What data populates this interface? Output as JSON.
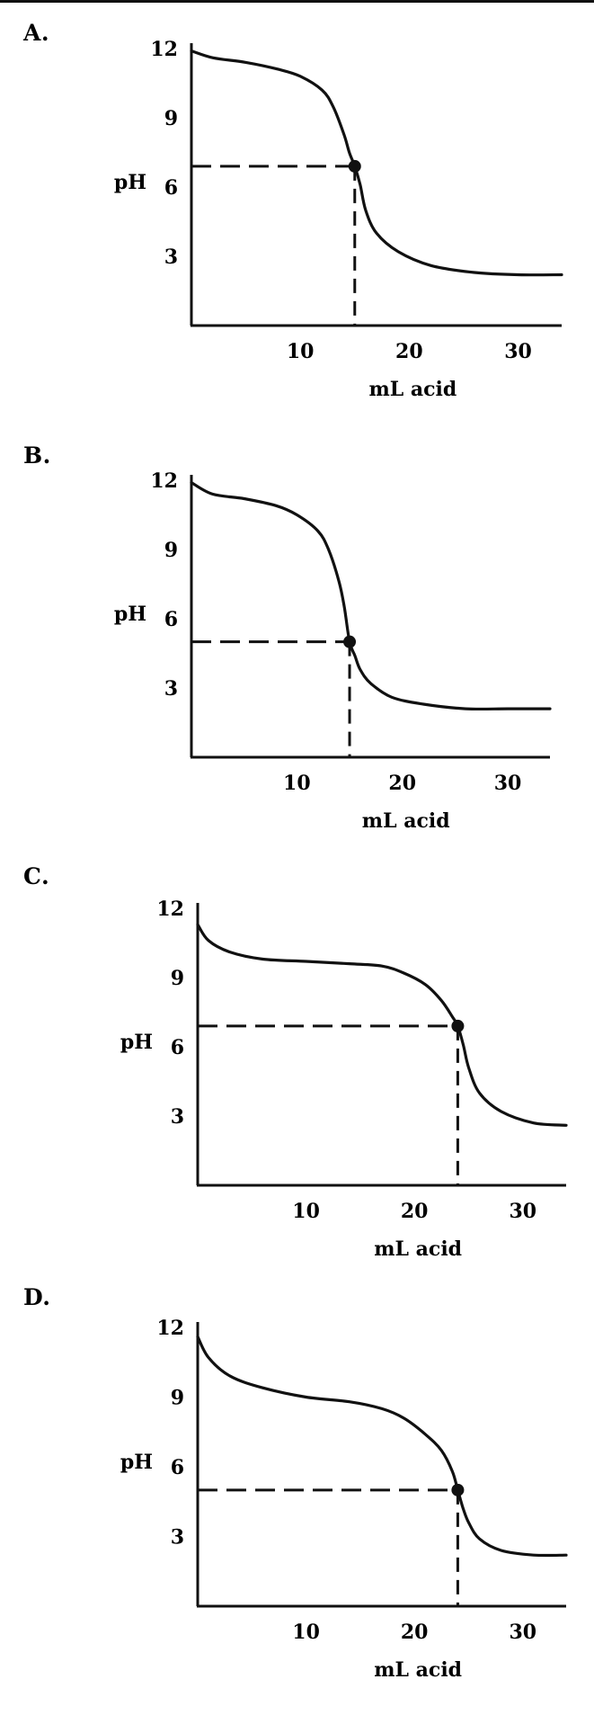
{
  "chart_data": [
    {
      "type": "line",
      "panel_label": "A.",
      "xlabel": "mL acid",
      "ylabel": "pH",
      "xlim": [
        0,
        34
      ],
      "ylim": [
        0,
        12
      ],
      "xticks": [
        10,
        20,
        30
      ],
      "yticks": [
        3,
        6,
        9,
        12
      ],
      "grid": false,
      "series": [
        {
          "x": [
            0,
            2,
            5,
            8,
            10,
            12,
            13,
            14,
            14.5,
            15,
            15.5,
            16,
            17,
            19,
            22,
            26,
            30,
            34
          ],
          "y": [
            11.9,
            11.6,
            11.4,
            11.1,
            10.8,
            10.2,
            9.5,
            8.3,
            7.5,
            6.9,
            6.1,
            5.0,
            4.0,
            3.2,
            2.6,
            2.3,
            2.2,
            2.2
          ]
        }
      ],
      "marker": {
        "x": 15,
        "y": 6.9
      }
    },
    {
      "type": "line",
      "panel_label": "B.",
      "xlabel": "mL acid",
      "ylabel": "pH",
      "xlim": [
        0,
        34
      ],
      "ylim": [
        0,
        12
      ],
      "xticks": [
        10,
        20,
        30
      ],
      "yticks": [
        3,
        6,
        9,
        12
      ],
      "grid": false,
      "series": [
        {
          "x": [
            0,
            2,
            5,
            8,
            10,
            12,
            13,
            14,
            14.5,
            15,
            15.5,
            16,
            17,
            19,
            22,
            26,
            30,
            34
          ],
          "y": [
            11.9,
            11.4,
            11.2,
            10.9,
            10.5,
            9.8,
            9.0,
            7.6,
            6.5,
            5.0,
            4.4,
            3.8,
            3.2,
            2.6,
            2.3,
            2.1,
            2.1,
            2.1
          ]
        }
      ],
      "marker": {
        "x": 15,
        "y": 5.0
      }
    },
    {
      "type": "line",
      "panel_label": "C.",
      "xlabel": "mL acid",
      "ylabel": "pH",
      "xlim": [
        0,
        34
      ],
      "ylim": [
        0,
        12
      ],
      "xticks": [
        10,
        20,
        30
      ],
      "yticks": [
        3,
        6,
        9,
        12
      ],
      "grid": false,
      "series": [
        {
          "x": [
            0,
            1,
            3,
            6,
            10,
            14,
            17,
            19,
            21,
            22.5,
            23.5,
            24,
            24.5,
            25,
            26,
            28,
            31,
            34
          ],
          "y": [
            11.3,
            10.6,
            10.1,
            9.8,
            9.7,
            9.6,
            9.5,
            9.2,
            8.7,
            8.0,
            7.3,
            6.9,
            6.1,
            5.1,
            4.0,
            3.2,
            2.7,
            2.6
          ]
        }
      ],
      "marker": {
        "x": 24,
        "y": 6.9
      }
    },
    {
      "type": "line",
      "panel_label": "D.",
      "xlabel": "mL acid",
      "ylabel": "pH",
      "xlim": [
        0,
        34
      ],
      "ylim": [
        0,
        12
      ],
      "xticks": [
        10,
        20,
        30
      ],
      "yticks": [
        3,
        6,
        9,
        12
      ],
      "grid": false,
      "series": [
        {
          "x": [
            0,
            1,
            3,
            6,
            10,
            14,
            17,
            19,
            21,
            22.5,
            23.5,
            24,
            24.5,
            25,
            26,
            28,
            31,
            34
          ],
          "y": [
            11.6,
            10.7,
            9.9,
            9.4,
            9.0,
            8.8,
            8.5,
            8.1,
            7.4,
            6.7,
            5.8,
            5.0,
            4.2,
            3.6,
            2.9,
            2.4,
            2.2,
            2.2
          ]
        }
      ],
      "marker": {
        "x": 24,
        "y": 5.0
      }
    }
  ],
  "colors": {
    "line": "#111111",
    "background": "#ffffff"
  }
}
